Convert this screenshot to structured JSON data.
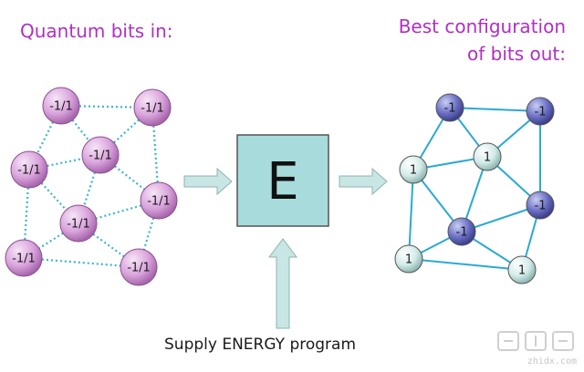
{
  "title_left": "Quantum bits in:",
  "title_right_line1": "Best configuration",
  "title_right_line2": "of bits out:",
  "box_label": "E",
  "caption": "Supply ENERGY program",
  "watermark_text": "zhidx.com",
  "colors": {
    "title": "#b02fc4",
    "input_node": "#d9a4dc",
    "output_node_neg": "#6a6fc4",
    "output_node_pos": "#d3ece9",
    "edge_input": "#3cb3d3",
    "edge_output": "#2aa9d4",
    "box_fill": "#a8dcdc",
    "arrow_fill": "#c8e6e4"
  },
  "input_graph": {
    "nodes": [
      {
        "label": "-1/1"
      },
      {
        "label": "-1/1"
      },
      {
        "label": "-1/1"
      },
      {
        "label": "-1/1"
      },
      {
        "label": "-1/1"
      },
      {
        "label": "-1/1"
      },
      {
        "label": "-1/1"
      },
      {
        "label": "-1/1"
      }
    ],
    "edges": [
      [
        0,
        1
      ],
      [
        0,
        2
      ],
      [
        0,
        3
      ],
      [
        1,
        3
      ],
      [
        1,
        4
      ],
      [
        2,
        3
      ],
      [
        2,
        5
      ],
      [
        3,
        4
      ],
      [
        3,
        5
      ],
      [
        4,
        5
      ],
      [
        4,
        7
      ],
      [
        2,
        6
      ],
      [
        5,
        6
      ],
      [
        6,
        7
      ],
      [
        5,
        7
      ]
    ]
  },
  "output_graph": {
    "nodes": [
      {
        "label": "-1"
      },
      {
        "label": "-1"
      },
      {
        "label": "1"
      },
      {
        "label": "1"
      },
      {
        "label": "-1"
      },
      {
        "label": "-1"
      },
      {
        "label": "1"
      },
      {
        "label": "1"
      }
    ],
    "edges": [
      [
        0,
        1
      ],
      [
        0,
        2
      ],
      [
        0,
        3
      ],
      [
        1,
        3
      ],
      [
        1,
        4
      ],
      [
        2,
        3
      ],
      [
        2,
        5
      ],
      [
        3,
        4
      ],
      [
        3,
        5
      ],
      [
        4,
        5
      ],
      [
        4,
        7
      ],
      [
        2,
        6
      ],
      [
        5,
        6
      ],
      [
        6,
        7
      ],
      [
        5,
        7
      ]
    ]
  }
}
